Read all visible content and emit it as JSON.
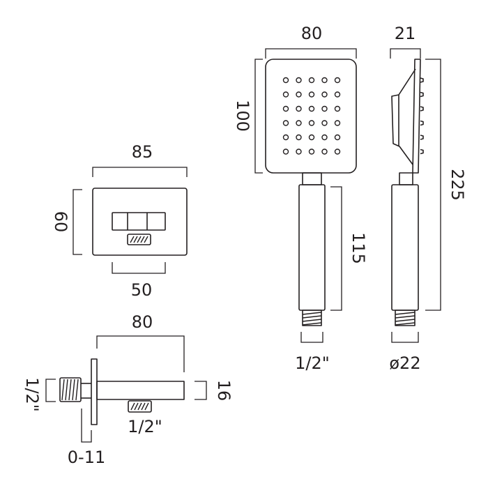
{
  "colors": {
    "ink": "#231f20",
    "paper": "#ffffff"
  },
  "labels": {
    "backplate_width": "85",
    "backplate_height": "60",
    "bracket_width": "50",
    "arm_length": "80",
    "arm_height": "16",
    "inlet_thread": "1/2\"",
    "outlet_thread": "1/2\"",
    "wall_gap": "0-11",
    "head_width": "80",
    "head_height": "100",
    "handle_length": "115",
    "handle_thread": "1/2\"",
    "side_depth": "21",
    "total_length": "225",
    "handle_diameter": "ø22"
  }
}
